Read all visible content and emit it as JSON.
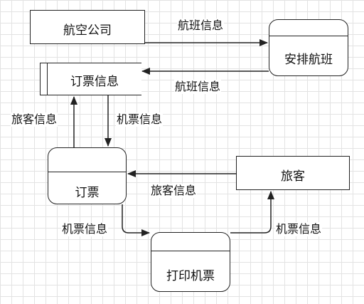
{
  "entities": {
    "airline": "航空公司",
    "passenger": "旅客"
  },
  "data_store": {
    "booking_info": "订票信息"
  },
  "processes": {
    "schedule_flight": "安排航班",
    "booking": "订票",
    "print_ticket": "打印机票"
  },
  "flows": {
    "airline_to_schedule": "航班信息",
    "schedule_to_store": "航班信息",
    "booking_to_store": "旅客信息",
    "store_to_booking": "机票信息",
    "passenger_to_booking": "旅客信息",
    "booking_to_print": "机票信息",
    "print_to_passenger": "机票信息"
  },
  "colors": {
    "line": "#222222",
    "grid": "#e3e3e3"
  }
}
